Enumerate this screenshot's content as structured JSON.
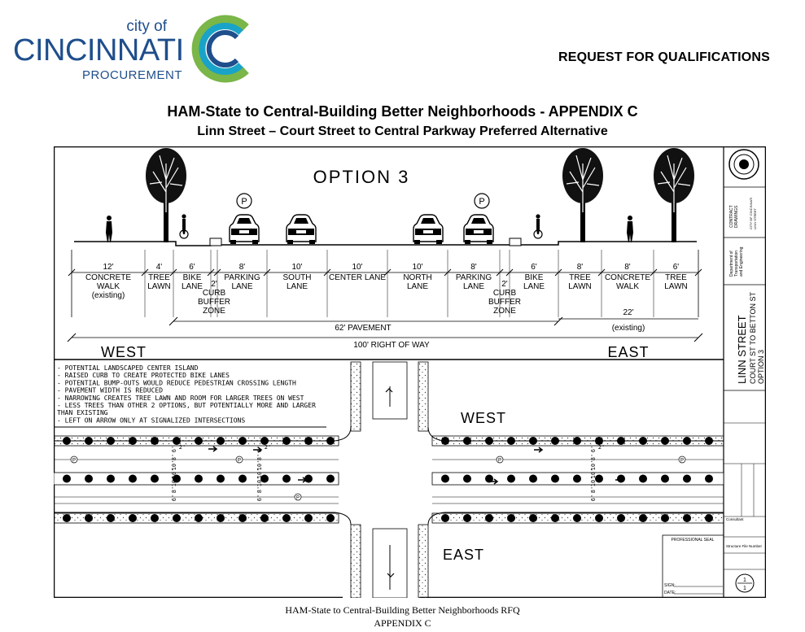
{
  "header": {
    "logo": {
      "city_of": "city of",
      "name": "CINCINNATI",
      "department": "PROCUREMENT",
      "colors": {
        "brand_blue": "#1f4e8c",
        "brand_green": "#7ab648",
        "brand_teal": "#1aa3c8"
      }
    },
    "rfq_label": "REQUEST FOR QUALIFICATIONS",
    "title": "HAM-State to Central-Building Better Neighborhoods - APPENDIX C",
    "subtitle": "Linn Street – Court Street to Central Parkway Preferred Alternative"
  },
  "section": {
    "option_label": "OPTION 3",
    "west_label": "WEST",
    "east_label": "EAST",
    "right_of_way": "100' RIGHT OF WAY",
    "pavement": "62' PAVEMENT",
    "existing_width": "22'",
    "existing_note": "(existing)",
    "parking_symbol": "P",
    "segments": [
      {
        "width": "12'",
        "label": [
          "CONCRETE",
          "WALK",
          "(existing)"
        ]
      },
      {
        "width": "4'",
        "label": [
          "TREE",
          "LAWN"
        ]
      },
      {
        "width": "6'",
        "label": [
          "BIKE",
          "LANE"
        ]
      },
      {
        "width": "2'",
        "label": [
          "CURB",
          "BUFFER",
          "ZONE"
        ]
      },
      {
        "width": "8'",
        "label": [
          "PARKING",
          "LANE"
        ]
      },
      {
        "width": "10'",
        "label": [
          "SOUTH",
          "LANE"
        ]
      },
      {
        "width": "10'",
        "label": [
          "CENTER LANE"
        ]
      },
      {
        "width": "10'",
        "label": [
          "NORTH",
          "LANE"
        ]
      },
      {
        "width": "8'",
        "label": [
          "PARKING",
          "LANE"
        ]
      },
      {
        "width": "2'",
        "label": [
          "CURB",
          "BUFFER",
          "ZONE"
        ]
      },
      {
        "width": "6'",
        "label": [
          "BIKE",
          "LANE"
        ]
      },
      {
        "width": "8'",
        "label": [
          "TREE",
          "LAWN"
        ]
      },
      {
        "width": "8'",
        "label": [
          "CONCRETE",
          "WALK"
        ]
      },
      {
        "width": "6'",
        "label": [
          "TREE",
          "LAWN"
        ]
      }
    ]
  },
  "notes": [
    "- POTENTIAL LANDSCAPED CENTER ISLAND",
    "- RAISED CURB TO CREATE PROTECTED BIKE LANES",
    "- POTENTIAL BUMP-OUTS WOULD REDUCE PEDESTRIAN CROSSING LENGTH",
    "- PAVEMENT WIDTH IS REDUCED",
    "- NARROWING CREATES TREE LAWN AND ROOM FOR LARGER TREES ON WEST",
    "- LESS TREES THAN OTHER 2 OPTIONS, BUT POTENTIALLY MORE AND LARGER",
    "   THAN EXISTING",
    "- LEFT ON ARROW ONLY AT SIGNALIZED INTERSECTIONS"
  ],
  "plan": {
    "west_label": "WEST",
    "east_label": "EAST",
    "plan_dims": [
      "6'",
      "8'",
      "10'",
      "10'",
      "10'",
      "8'",
      "6'"
    ],
    "buffer_dim": "2'",
    "professional_seal": "PROFESSIONAL SEAL",
    "sign_label": "SIGN:",
    "date_label": "DATE:"
  },
  "title_block": {
    "street": "LINN STREET",
    "limits": "COURT ST TO BETTON ST",
    "option": "OPTION 3",
    "department": [
      "Department of",
      "Transportation",
      "and Engineering"
    ],
    "consultant": "Consultant",
    "structure_file": "Structure File Number",
    "sheet_number": "1",
    "sheet_total": "1"
  },
  "footer": {
    "line1": "HAM-State to Central-Building Better Neighborhoods RFQ",
    "line2": "APPENDIX C"
  }
}
